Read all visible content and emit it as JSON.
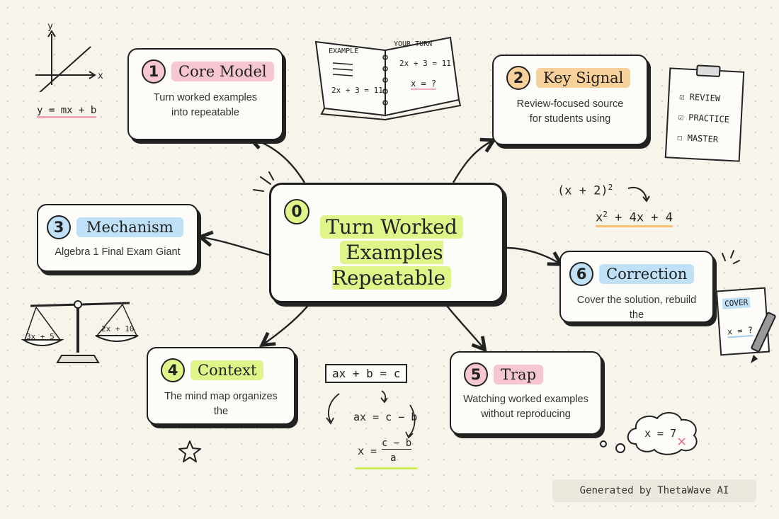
{
  "central": {
    "number": "0",
    "title_line1": "Turn Worked",
    "title_line2": "Examples Repeatable"
  },
  "nodes": [
    {
      "number": "1",
      "title": "Core Model",
      "desc1": "Turn worked examples",
      "desc2": "into repeatable"
    },
    {
      "number": "2",
      "title": "Key Signal",
      "desc1": "Review-focused source",
      "desc2": "for students using"
    },
    {
      "number": "3",
      "title": "Mechanism",
      "desc1": "Algebra 1 Final Exam Giant"
    },
    {
      "number": "4",
      "title": "Context",
      "desc1": "The mind map organizes the"
    },
    {
      "number": "5",
      "title": "Trap",
      "desc1": "Watching worked examples",
      "desc2": "without reproducing"
    },
    {
      "number": "6",
      "title": "Correction",
      "desc1": "Cover the solution, rebuild the"
    }
  ],
  "doodles": {
    "graph_y": "y",
    "graph_x": "x",
    "line_eq": "y = mx + b",
    "book_left_title": "EXAMPLE",
    "book_left_eq": "2x + 3 = 11",
    "book_right_title": "YOUR TURN",
    "book_right_eq": "2x + 3 = 11",
    "book_right_ans": "x = ?",
    "checklist": [
      "REVIEW",
      "PRACTICE",
      "MASTER"
    ],
    "square_top": "(x + 2)",
    "square_exp": "2",
    "square_bottom_a": "x",
    "square_bottom_exp": "2",
    "square_bottom_b": " + 4x + 4",
    "scale_left": "3x + 5",
    "scale_right": "2x + 10",
    "solve_1": "ax + b = c",
    "solve_2": "ax = c − b",
    "solve_3_lhs": "x =",
    "solve_3_num": "c − b",
    "solve_3_den": "a",
    "cover_title": "COVER",
    "cover_eq": "x = ?",
    "thought": "x = 7",
    "thought_mark": "✕"
  },
  "watermark": "Generated by ThetaWave AI"
}
